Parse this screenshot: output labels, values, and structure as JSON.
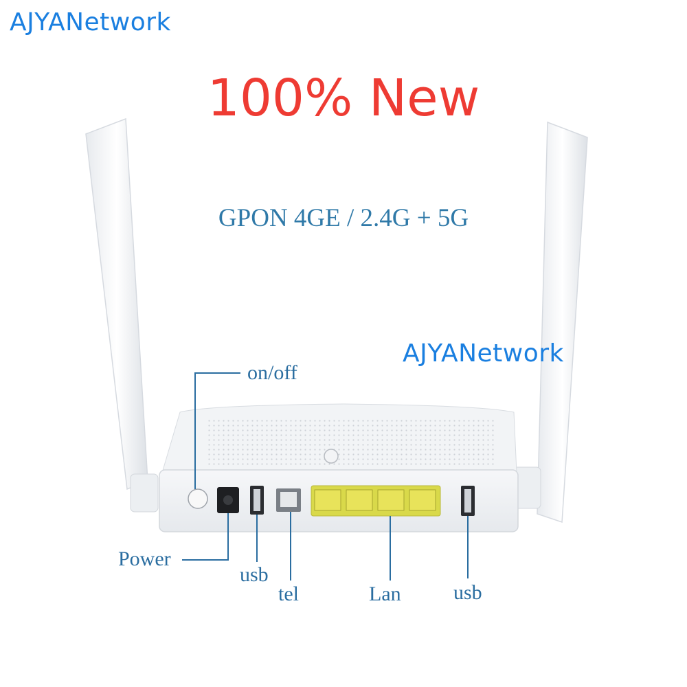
{
  "watermark_top": "AJYANetwork",
  "watermark_mid": "AJYANetwork",
  "headline": "100% New",
  "spec": "GPON 4GE / 2.4G + 5G",
  "labels": {
    "on_off": "on/off",
    "power": "Power",
    "usb_left": "usb",
    "tel": "tel",
    "lan": "Lan",
    "usb_right": "usb"
  },
  "colors": {
    "headline": "#ee3b33",
    "watermark": "#1a7fe0",
    "label": "#2a6da0",
    "lan_port": "#d9d94a"
  }
}
